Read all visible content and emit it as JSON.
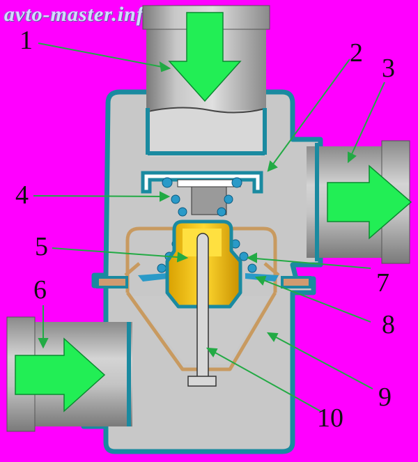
{
  "watermark": "avto-master.info",
  "callouts": [
    "1",
    "2",
    "3",
    "4",
    "5",
    "6",
    "7",
    "8",
    "9",
    "10"
  ],
  "colors": {
    "background": "#ff00ff",
    "body_outline": "#1a8aa0",
    "body_fill": "#c8c8c8",
    "pipe_fill": "#b4b4b4",
    "flow_arrow": "#22ee55",
    "wax_element": "#f0c010",
    "spring": "#2a9ac8",
    "valve_frame": "#c89a60",
    "leader_line": "#22aa44"
  },
  "icons": [
    "flow-arrow-icon"
  ]
}
